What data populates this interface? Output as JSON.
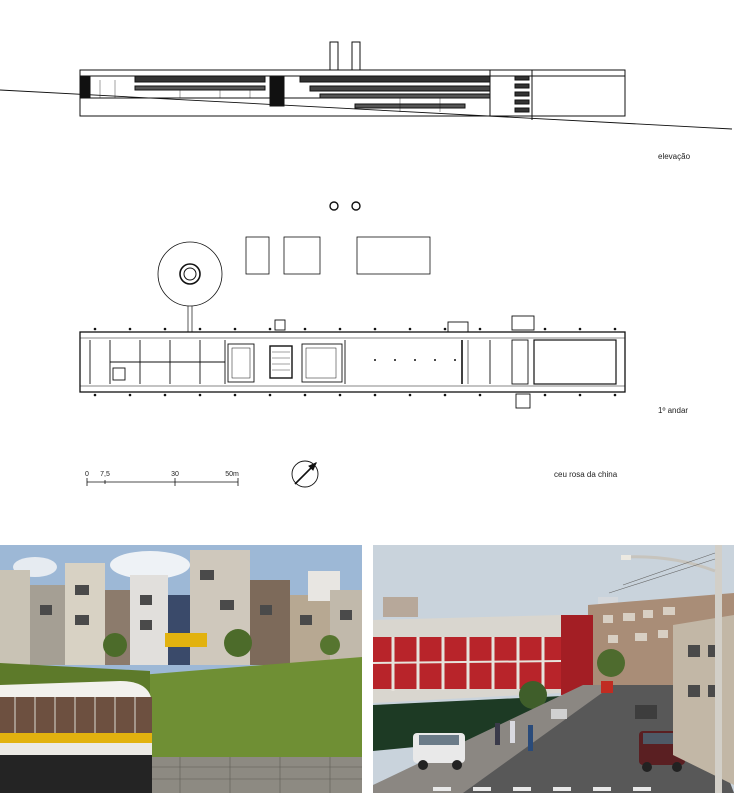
{
  "labels": {
    "elevation": "elevação",
    "floor": "1º andar",
    "project": "ceu rosa da china"
  },
  "scale_bar": {
    "ticks": [
      "0",
      "7,5",
      "30",
      "50m"
    ]
  },
  "colors": {
    "line": "#111111",
    "sky": "#9db8d6",
    "grass": "#6f8f34",
    "accent_red": "#b8242a",
    "accent_yellow": "#e2b20f",
    "concrete": "#d9d6cf"
  },
  "icons": {
    "north": "north-arrow-icon"
  }
}
